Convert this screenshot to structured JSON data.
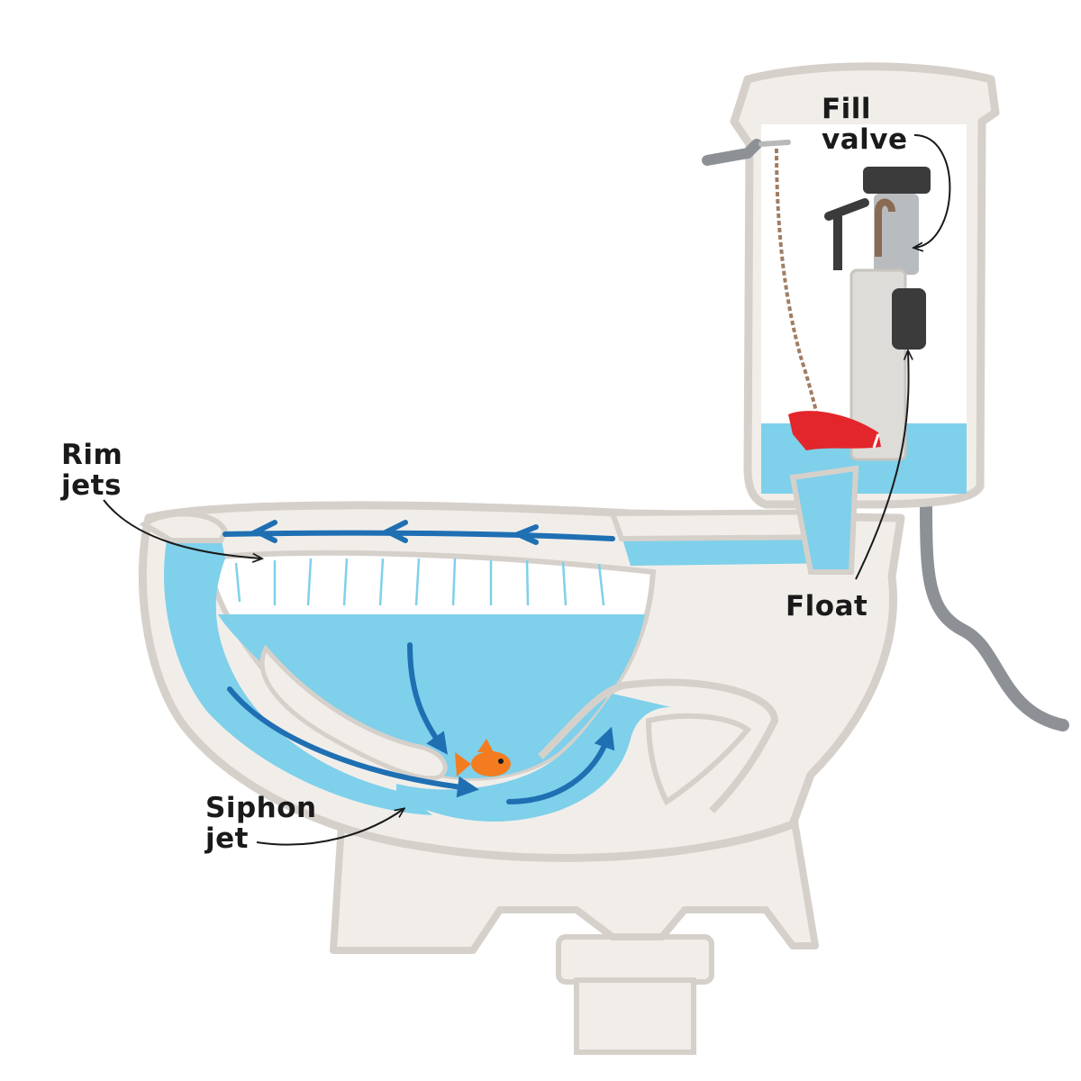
{
  "labels": {
    "fill_valve": {
      "line1": "Fill",
      "line2": "valve"
    },
    "rim_jets": {
      "line1": "Rim",
      "line2": "jets"
    },
    "float": {
      "line1": "Float"
    },
    "siphon_jet": {
      "line1": "Siphon",
      "line2": "jet"
    }
  },
  "colors": {
    "porcelain_fill": "#f1eeea",
    "porcelain_stroke": "#d6d0cb",
    "water": "#7fd0ea",
    "flow_arrow": "#1f6fb3",
    "flapper": "#e3262b",
    "supply_hose": "#8d9196",
    "fish": "#f47c20",
    "callout_text": "#1a1a1a"
  }
}
